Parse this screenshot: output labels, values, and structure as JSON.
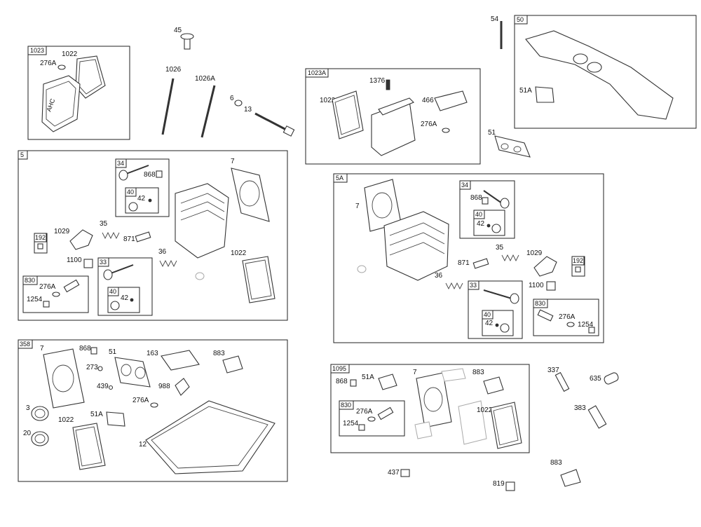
{
  "groups": {
    "g1023": "1023",
    "g1023a": "1023A",
    "g50": "50",
    "g5": "5",
    "g5a": "5A",
    "g358": "358",
    "g1095": "1095",
    "g34a": "34",
    "g40a": "40",
    "g192a": "192",
    "g830a": "830",
    "g33a": "33",
    "g40b": "40",
    "g34b": "34",
    "g40c": "40",
    "g192b": "192",
    "g33b": "33",
    "g40d": "40",
    "g830b": "830",
    "g830c": "830"
  },
  "labels": {
    "l45": "45",
    "l1026": "1026",
    "l1026a": "1026A",
    "l6": "6",
    "l13": "13",
    "l276a_1023": "276A",
    "l1022_1023": "1022",
    "l1376": "1376",
    "l1022_1023a": "1022",
    "l466": "466",
    "l276a_1023a": "276A",
    "l54": "54",
    "l51a_50": "51A",
    "l51": "51",
    "l34_5": "868",
    "l42_5": "42",
    "l7_5": "7",
    "l192_5": "1029",
    "l35_5": "35",
    "l871_5": "871",
    "l1100_5": "1100",
    "l36_5": "36",
    "l1022_5": "1022",
    "l276a_830": "276A",
    "l1254_830": "1254",
    "l42_33": "42",
    "l7_5a": "7",
    "l868_5a": "868",
    "l42_5a": "42",
    "l35_5a": "35",
    "l1029_5a": "1029",
    "l871_5a": "871",
    "l36_5a": "36",
    "l1100_5a": "1100",
    "l42_33b": "42",
    "l276a_830b": "276A",
    "l1254_830b": "1254",
    "l7_358": "7",
    "l868_358": "868",
    "l51_358": "51",
    "l163": "163",
    "l883_358": "883",
    "l273": "273",
    "l439": "439",
    "l988": "988",
    "l276a_358": "276A",
    "l3": "3",
    "l1022_358": "1022",
    "l51a_358": "51A",
    "l12": "12",
    "l20": "20",
    "l868_1095": "868",
    "l51a_1095": "51A",
    "l7_1095": "7",
    "l883_1095": "883",
    "l276a_1095": "276A",
    "l1254_1095": "1254",
    "l1022_1095": "1022",
    "l337": "337",
    "l635": "635",
    "l383": "383",
    "l883_out": "883",
    "l437": "437",
    "l819": "819"
  }
}
